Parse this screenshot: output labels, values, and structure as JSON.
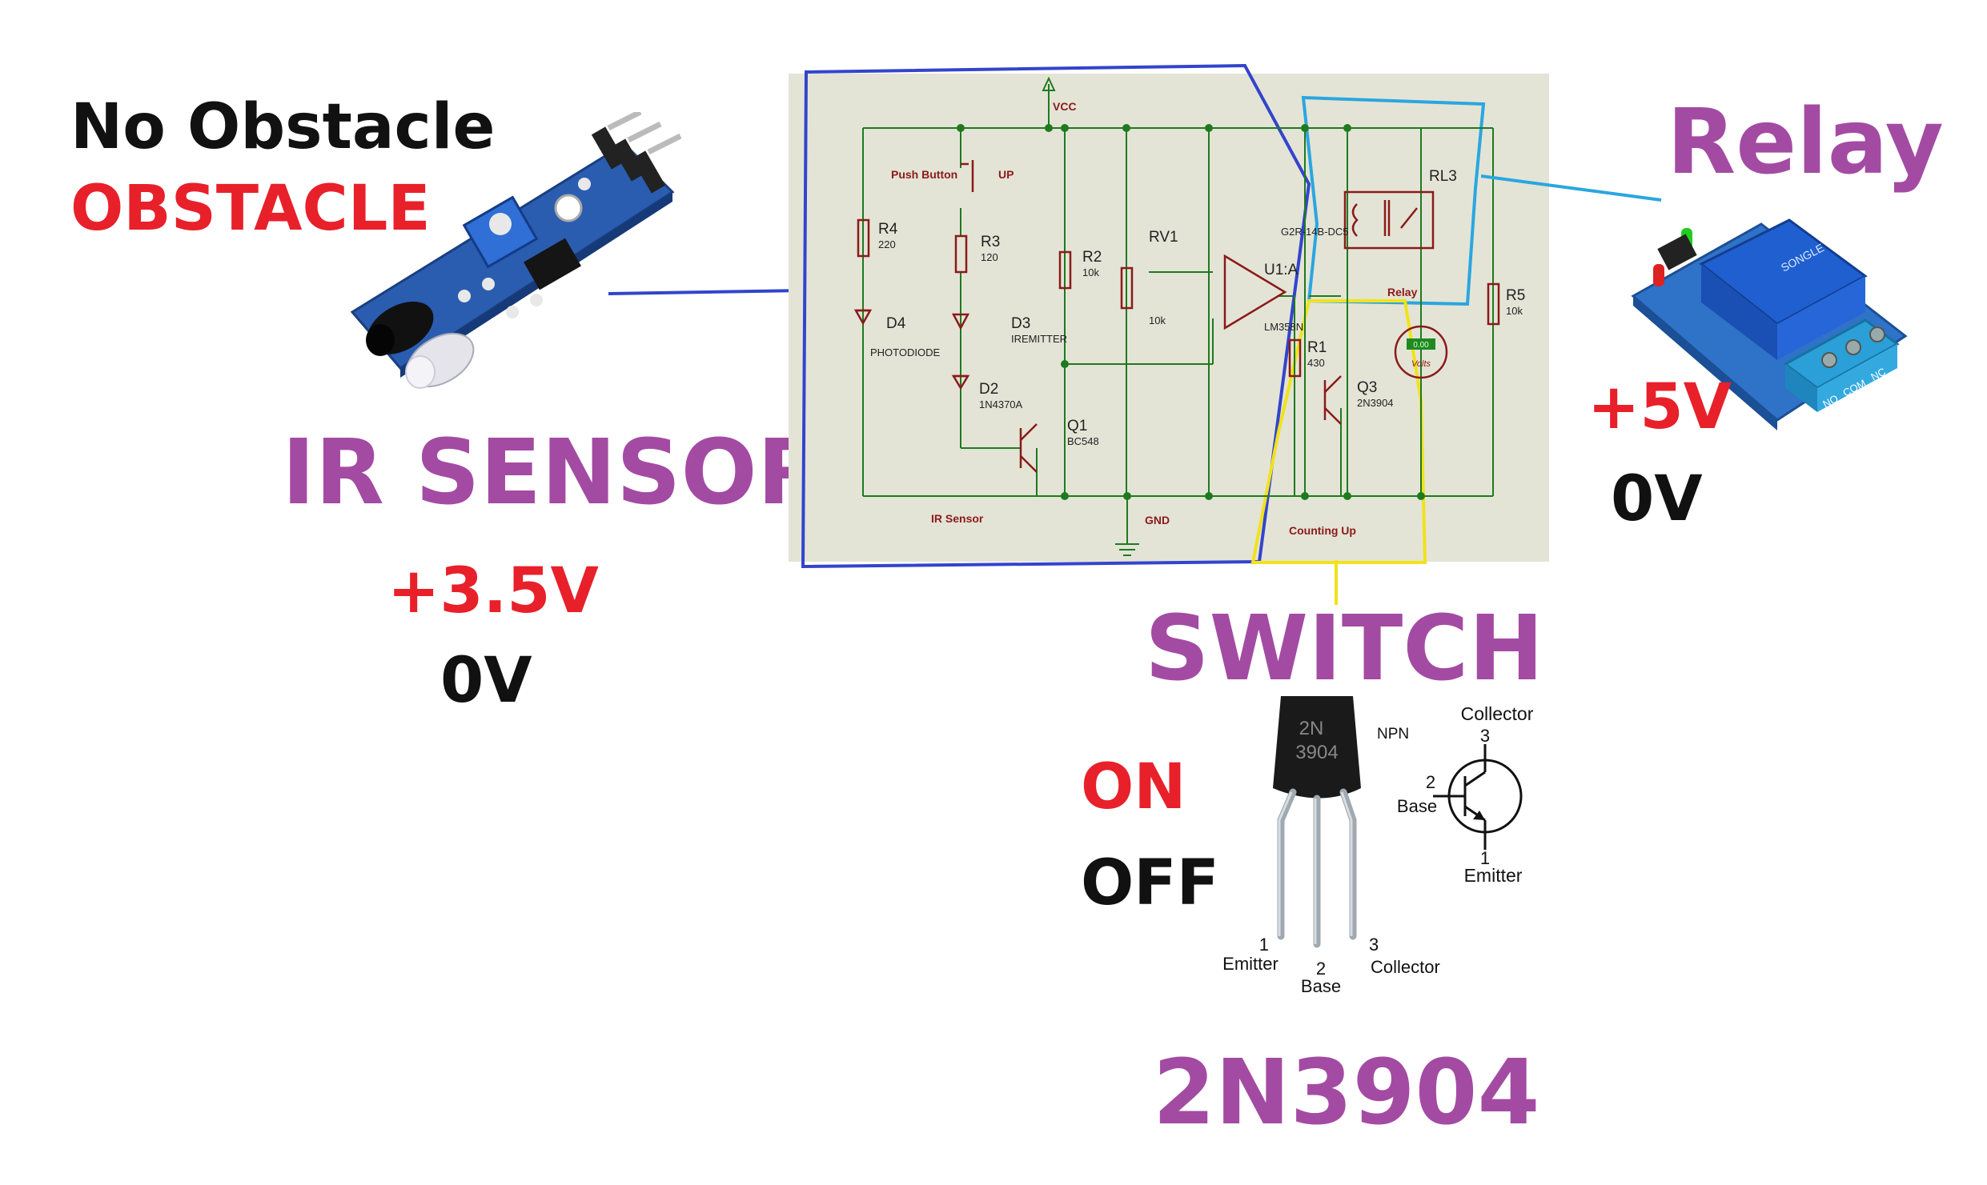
{
  "ir_sensor": {
    "state_no_obstacle": "No Obstacle",
    "state_obstacle": "OBSTACLE",
    "title": "IR SENSOR",
    "v_high": "+3.5V",
    "v_low": "0V"
  },
  "relay": {
    "title": "Relay",
    "v_high": "+5V",
    "v_low": "0V",
    "module_label": "SONGLE",
    "terminals": [
      "NO",
      "COM",
      "NC"
    ]
  },
  "switch": {
    "title": "SWITCH",
    "state_on": "ON",
    "state_off": "OFF",
    "part_number": "2N3904",
    "package_marking": [
      "2N",
      "3904"
    ],
    "type": "NPN",
    "pins": {
      "collector": {
        "num": "3",
        "name": "Collector"
      },
      "base": {
        "num": "2",
        "name": "Base"
      },
      "emitter": {
        "num": "1",
        "name": "Emitter"
      }
    }
  },
  "schematic": {
    "vcc": "VCC",
    "gnd": "GND",
    "push_button": "Push Button",
    "up": "UP",
    "ir_sensor_label": "IR Sensor",
    "counting_up": "Counting Up",
    "relay_label": "Relay",
    "components": {
      "r4": {
        "ref": "R4",
        "val": "220"
      },
      "r3": {
        "ref": "R3",
        "val": "120"
      },
      "r2": {
        "ref": "R2",
        "val": "10k"
      },
      "r1": {
        "ref": "R1",
        "val": "430"
      },
      "r5": {
        "ref": "R5",
        "val": "10k"
      },
      "rv1": {
        "ref": "RV1",
        "val": "10k"
      },
      "d4": {
        "ref": "D4",
        "val": "PHOTODIODE"
      },
      "d3": {
        "ref": "D3",
        "val": "IREMITTER"
      },
      "d2": {
        "ref": "D2",
        "val": "1N4370A"
      },
      "q1": {
        "ref": "Q1",
        "val": "BC548"
      },
      "q3": {
        "ref": "Q3",
        "val": "2N3904"
      },
      "u1": {
        "ref": "U1:A",
        "val": "LM358N"
      },
      "rl3": {
        "ref": "RL3",
        "val": "G2R-14B-DC5"
      },
      "voltmeter": {
        "reading": "0.00",
        "unit": "Volts"
      }
    }
  },
  "colors": {
    "purple": "#a34ba3",
    "red": "#e8202a",
    "sensor_box": "#3344cc",
    "relay_box": "#2aa6e0",
    "switch_box": "#f2e21a",
    "schematic_bg": "#e3e4d6",
    "wire": "#1e7a1e",
    "component": "#8b1a1a"
  }
}
